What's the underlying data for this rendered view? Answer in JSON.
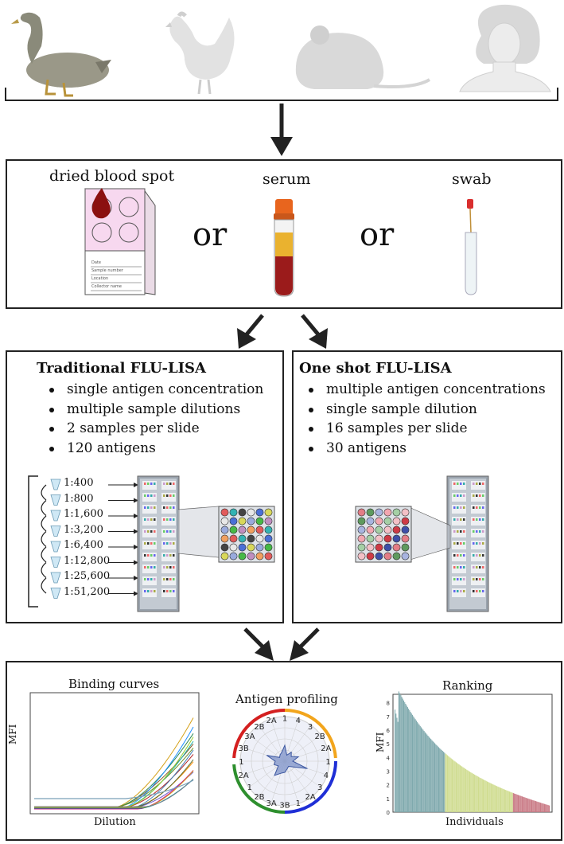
{
  "panel_samples": {
    "dried_blood_spot_label": "dried blood spot",
    "serum_label": "serum",
    "swab_label": "swab",
    "or_1": "or",
    "or_2": "or",
    "card_lines": [
      "Date",
      "Sample number",
      "Location",
      "Collector name"
    ]
  },
  "traditional": {
    "title": "Traditional FLU-LISA",
    "bullets": [
      "single antigen concentration",
      "multiple sample dilutions",
      "2 samples per slide",
      "120 antigens"
    ],
    "dilutions": [
      "1:400",
      "1:800",
      "1:1,600",
      "1:3,200",
      "1:6,400",
      "1:12,800",
      "1:25,600",
      "1:51,200"
    ]
  },
  "oneshot": {
    "title": "One shot FLU-LISA",
    "bullets": [
      "multiple antigen concentrations",
      "single sample dilution",
      "16 samples per slide",
      "30 antigens"
    ]
  },
  "results": {
    "binding_title": "Binding curves",
    "binding_ylabel": "MFI",
    "binding_xlabel": "Dilution",
    "profiling_title": "Antigen profiling",
    "profiling_labels": [
      "1",
      "4",
      "3",
      "2B",
      "2A",
      "1",
      "4",
      "3",
      "2A",
      "1",
      "3B",
      "3A",
      "2B",
      "1",
      "2A",
      "1",
      "3B",
      "3A",
      "2B",
      "2A"
    ],
    "ranking_title": "Ranking",
    "ranking_ylabel": "MFI",
    "ranking_xlabel": "Individuals",
    "ranking_yticks": [
      "0",
      "1",
      "2",
      "3",
      "4",
      "5",
      "6",
      "7",
      "8"
    ]
  },
  "colors": {
    "ranking_teal": "#7fa9ad",
    "ranking_green": "#cfdc8f",
    "ranking_red": "#c97a85",
    "ring_red": "#d42020",
    "ring_orange": "#f2a51c",
    "ring_blue": "#1f2fd6",
    "ring_green": "#2e8f2e"
  }
}
